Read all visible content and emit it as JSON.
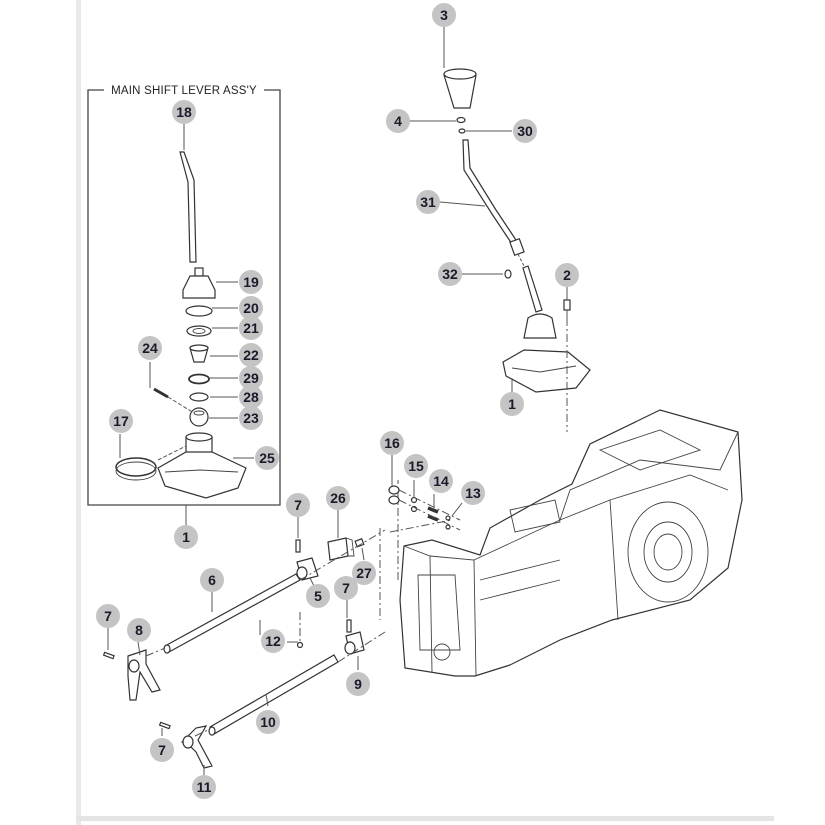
{
  "diagram": {
    "assembly_box_title": "MAIN SHIFT LEVER ASS'Y",
    "callouts": [
      {
        "id": "c3",
        "label": "3"
      },
      {
        "id": "c4",
        "label": "4"
      },
      {
        "id": "c30",
        "label": "30"
      },
      {
        "id": "c31",
        "label": "31"
      },
      {
        "id": "c32",
        "label": "32"
      },
      {
        "id": "c2",
        "label": "2"
      },
      {
        "id": "c1a",
        "label": "1"
      },
      {
        "id": "c18",
        "label": "18"
      },
      {
        "id": "c19",
        "label": "19"
      },
      {
        "id": "c20",
        "label": "20"
      },
      {
        "id": "c21",
        "label": "21"
      },
      {
        "id": "c22",
        "label": "22"
      },
      {
        "id": "c24",
        "label": "24"
      },
      {
        "id": "c29",
        "label": "29"
      },
      {
        "id": "c28",
        "label": "28"
      },
      {
        "id": "c23",
        "label": "23"
      },
      {
        "id": "c17",
        "label": "17"
      },
      {
        "id": "c25",
        "label": "25"
      },
      {
        "id": "c1b",
        "label": "1"
      },
      {
        "id": "c16",
        "label": "16"
      },
      {
        "id": "c15",
        "label": "15"
      },
      {
        "id": "c14",
        "label": "14"
      },
      {
        "id": "c13",
        "label": "13"
      },
      {
        "id": "c7a",
        "label": "7"
      },
      {
        "id": "c26",
        "label": "26"
      },
      {
        "id": "c6",
        "label": "6"
      },
      {
        "id": "c5",
        "label": "5"
      },
      {
        "id": "c27",
        "label": "27"
      },
      {
        "id": "c7b",
        "label": "7"
      },
      {
        "id": "c7c",
        "label": "7"
      },
      {
        "id": "c8",
        "label": "8"
      },
      {
        "id": "c12",
        "label": "12"
      },
      {
        "id": "c9",
        "label": "9"
      },
      {
        "id": "c10",
        "label": "10"
      },
      {
        "id": "c7d",
        "label": "7"
      },
      {
        "id": "c11",
        "label": "11"
      }
    ]
  }
}
